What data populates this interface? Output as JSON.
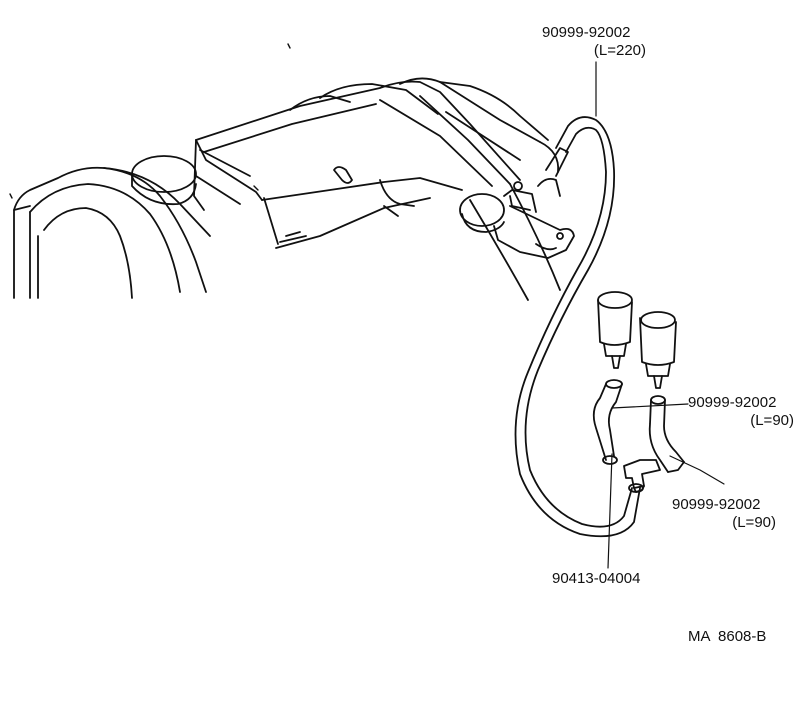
{
  "labels": {
    "hose_top_part": "90999-92002",
    "hose_top_length": "(L=220)",
    "hose_mid_part": "90999-92002",
    "hose_mid_length": "(L=90)",
    "hose_low_part": "90999-92002",
    "hose_low_length": "(L=90)",
    "tee_part": "90413-04004",
    "drawing_code": "MA  8608-B"
  },
  "colors": {
    "line": "#111111",
    "background": "#ffffff"
  }
}
